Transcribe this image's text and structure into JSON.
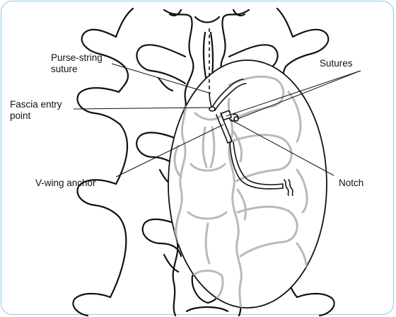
{
  "labels": {
    "purse_string": {
      "line1": "Purse-string",
      "line2": "suture"
    },
    "fascia_entry": {
      "line1": "Fascia entry",
      "line2": "point"
    },
    "sutures": "Sutures",
    "v_wing_anchor": "V-wing anchor",
    "notch": "Notch"
  },
  "colors": {
    "frame_border": "#8ec9e6",
    "outline": "#111111",
    "ghost_spine": "#b9b9b9",
    "background": "#ffffff"
  }
}
